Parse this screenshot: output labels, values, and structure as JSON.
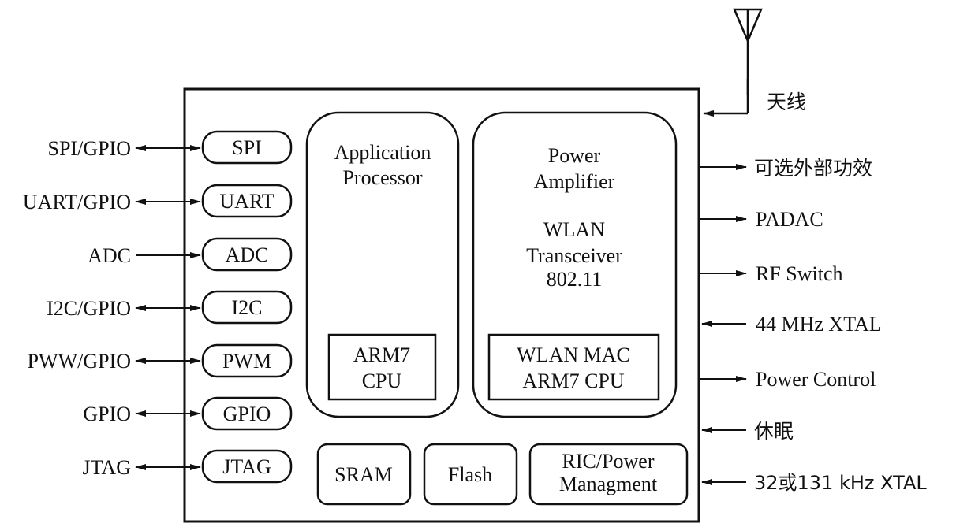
{
  "left_interfaces": [
    {
      "external": "SPI/GPIO",
      "internal": "SPI",
      "direction": "bi"
    },
    {
      "external": "UART/GPIO",
      "internal": "UART",
      "direction": "bi"
    },
    {
      "external": "ADC",
      "internal": "ADC",
      "direction": "in"
    },
    {
      "external": "I2C/GPIO",
      "internal": "I2C",
      "direction": "bi"
    },
    {
      "external": "PWW/GPIO",
      "internal": "PWM",
      "direction": "bi"
    },
    {
      "external": "GPIO",
      "internal": "GPIO",
      "direction": "bi"
    },
    {
      "external": "JTAG",
      "internal": "JTAG",
      "direction": "bi"
    }
  ],
  "app_processor": {
    "title_line1": "Application",
    "title_line2": "Processor",
    "cpu_line1": "ARM7",
    "cpu_line2": "CPU"
  },
  "wlan_block": {
    "line1": "Power",
    "line2": "Amplifier",
    "line3": "WLAN",
    "line4": "Transceiver",
    "line5": "802.11",
    "mac_line1": "WLAN MAC",
    "mac_line2": "ARM7 CPU"
  },
  "bottom_blocks": {
    "sram": "SRAM",
    "flash": "Flash",
    "ric_line1": "RIC/Power",
    "ric_line2": "Managment"
  },
  "antenna_label": "天线",
  "right_signals": [
    {
      "label": "可选外部功效",
      "direction": "out"
    },
    {
      "label": "PADAC",
      "direction": "out"
    },
    {
      "label": "RF Switch",
      "direction": "out"
    },
    {
      "label": "44 MHz XTAL",
      "direction": "in"
    },
    {
      "label": "Power Control",
      "direction": "out"
    },
    {
      "label": "休眠",
      "direction": "in"
    },
    {
      "label": "32或131 kHz XTAL",
      "direction": "in"
    }
  ]
}
